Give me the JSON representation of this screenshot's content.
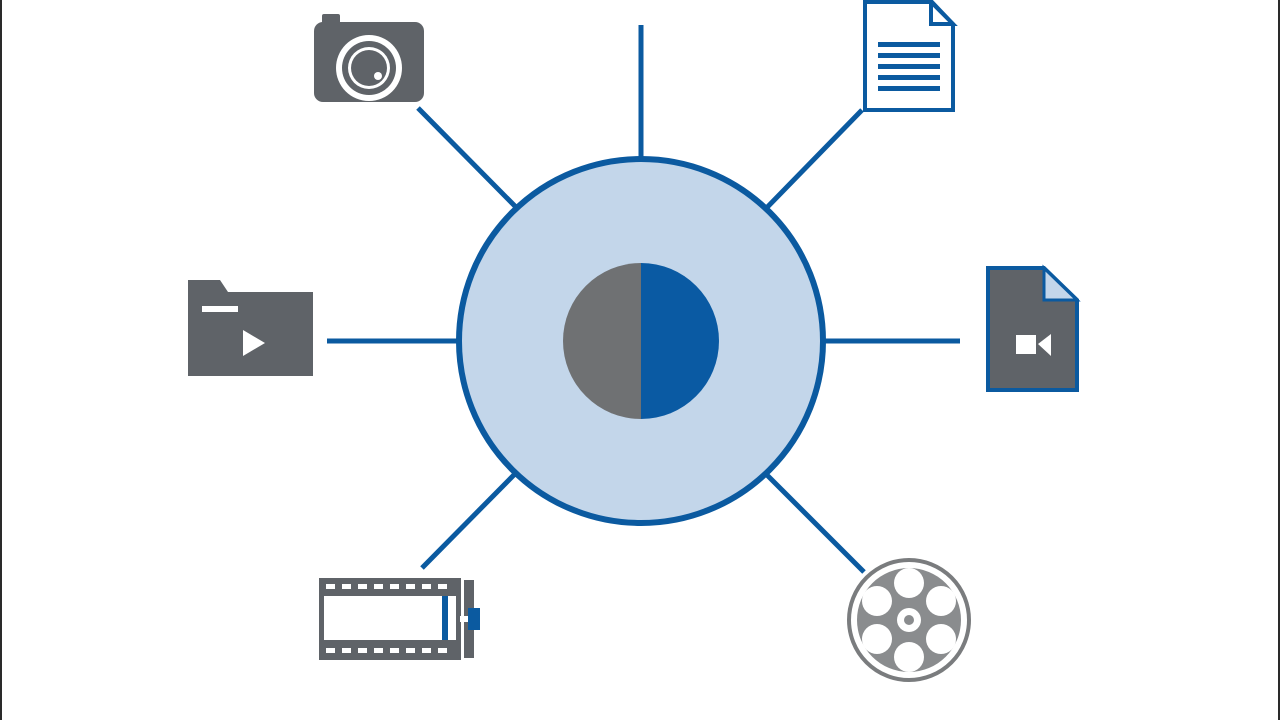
{
  "diagram": {
    "hub": {
      "name": "central-hub",
      "left_half_color": "#6f7173",
      "right_half_color": "#0a5aa3",
      "disc_color": "#c3d6ea",
      "ring_color": "#0b5aa0"
    },
    "connector_color": "#0b5aa0",
    "icon_gray": "#5f6368",
    "icon_blue": "#0b5aa0",
    "nodes": [
      {
        "id": "top",
        "icon": "none"
      },
      {
        "id": "camera",
        "icon": "camera-icon"
      },
      {
        "id": "document",
        "icon": "document-icon"
      },
      {
        "id": "video-folder",
        "icon": "video-folder-icon"
      },
      {
        "id": "video-file",
        "icon": "video-file-icon"
      },
      {
        "id": "film-strip",
        "icon": "film-strip-icon"
      },
      {
        "id": "film-reel",
        "icon": "film-reel-icon"
      }
    ]
  }
}
